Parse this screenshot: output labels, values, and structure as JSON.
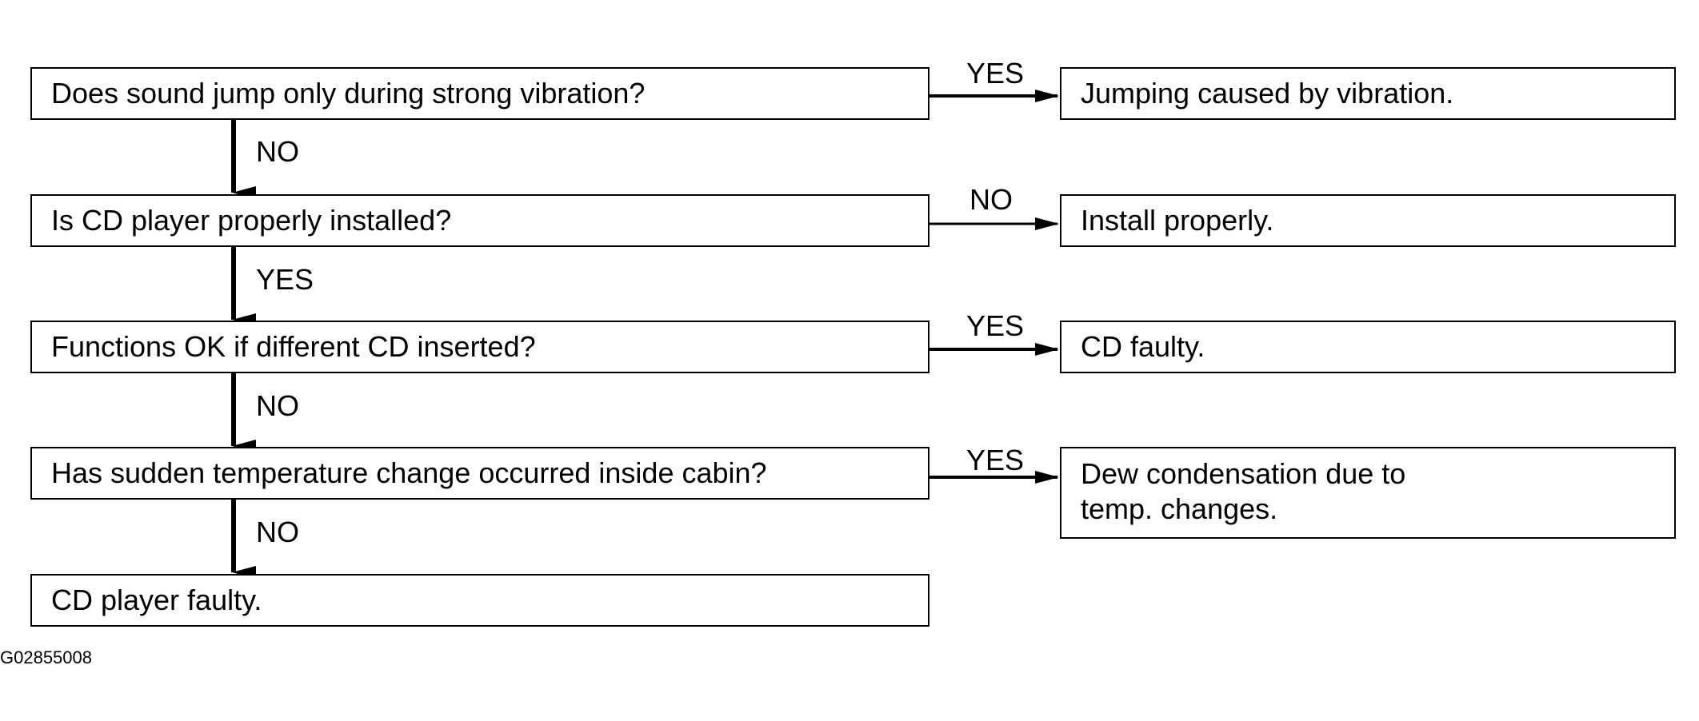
{
  "diagram": {
    "questions": [
      "Does sound jump only during strong vibration?",
      "Is CD player properly installed?",
      "Functions OK if different CD inserted?",
      "Has sudden temperature change occurred inside cabin?"
    ],
    "final_result": "CD player faulty.",
    "outcomes": [
      {
        "branch": "YES",
        "text": "Jumping caused by vibration."
      },
      {
        "branch": "NO",
        "text": "Install properly."
      },
      {
        "branch": "YES",
        "text": "CD faulty."
      },
      {
        "branch": "YES",
        "line1": "Dew condensation due to",
        "line2": "temp. changes."
      }
    ],
    "down_labels": [
      "NO",
      "YES",
      "NO",
      "NO"
    ],
    "reference_code": "G02855008"
  }
}
